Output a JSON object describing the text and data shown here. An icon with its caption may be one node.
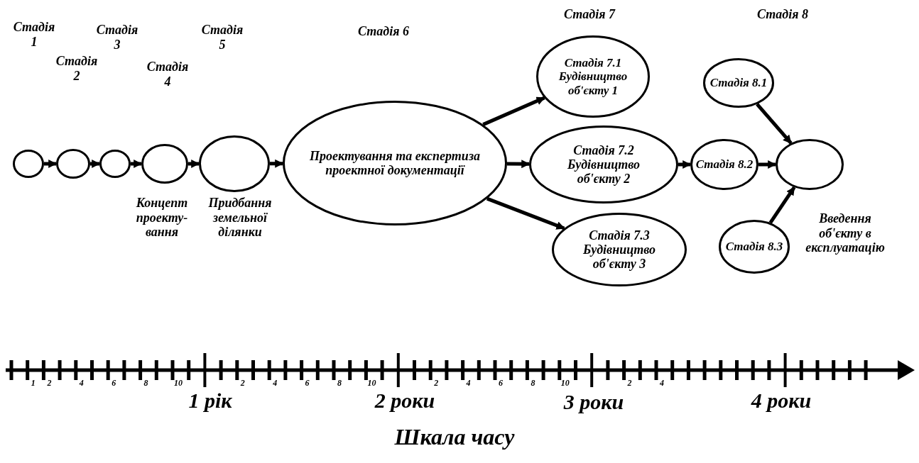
{
  "diagram": {
    "nodes": [
      {
        "text": [],
        "shape": "ellipse"
      },
      {
        "text": [],
        "shape": "ellipse"
      },
      {
        "text": [],
        "shape": "ellipse"
      },
      {
        "text": [],
        "shape": "ellipse",
        "beside": [
          "Концепт проекту-вання"
        ]
      },
      {
        "text": [],
        "shape": "ellipse",
        "beside": [
          "Придбання земельної ділянки"
        ]
      },
      {
        "text": [
          "Проектування та експертиза проектної документації"
        ]
      },
      {
        "text": [
          "Стадія 7.1",
          "Будівництво об'єкту 1"
        ]
      },
      {
        "text": [
          "Стадія 7.2",
          "Будівництво об'єкту 2"
        ]
      },
      {
        "text": [
          "Стадія 7.3",
          "Будівництво об'єкту 3"
        ]
      },
      {
        "text": [
          "Стадія 8.1"
        ]
      },
      {
        "text": [
          "Стадія 8.2"
        ]
      },
      {
        "text": [
          "Стадія 8.3"
        ]
      },
      {
        "text": [],
        "shape": "ellipse"
      }
    ],
    "edges": [
      {
        "from": 0,
        "to": 1,
        "arrow": "to"
      },
      {
        "from": 1,
        "to": 2,
        "arrow": "to"
      },
      {
        "from": 2,
        "to": 3,
        "arrow": "to"
      },
      {
        "from": 3,
        "to": 4,
        "arrow": "to"
      },
      {
        "from": 4,
        "to": 5,
        "arrow": "to"
      },
      {
        "from": 5,
        "to": 6,
        "arrow": "to"
      },
      {
        "from": 5,
        "to": 7,
        "arrow": "to"
      },
      {
        "from": 5,
        "to": 8,
        "arrow": "to"
      },
      {
        "from": 7,
        "to": 10,
        "arrow": "to"
      },
      {
        "from": 9,
        "to": 12,
        "arrow": "to"
      },
      {
        "from": 10,
        "to": 12,
        "arrow": "to"
      },
      {
        "from": 11,
        "to": 12,
        "arrow": "to"
      }
    ],
    "labels": [
      "Стадія 1",
      "Стадія 3",
      "Стадія 5",
      "Стадія 6",
      "Стадія 7",
      "Стадія 8",
      "Стадія 2",
      "Стадія 4",
      "Введення об'єкту в експлуатацію",
      "1",
      "2",
      "4",
      "6",
      "8",
      "10",
      "2",
      "4",
      "6",
      "8",
      "10",
      "2",
      "4",
      "6",
      "8",
      "10",
      "2",
      "4",
      "1 рік",
      "2 роки",
      "3 роки",
      "4 роки",
      "Шкала часу"
    ]
  }
}
